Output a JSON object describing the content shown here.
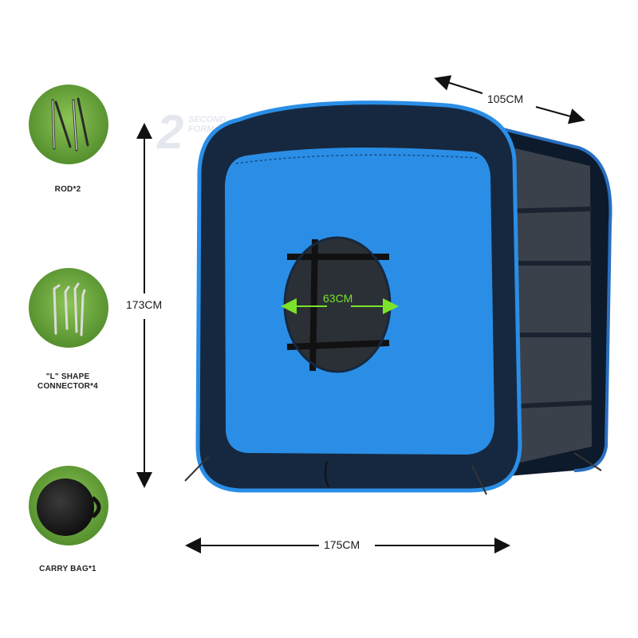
{
  "accessories": [
    {
      "label": "ROD*2",
      "icon": "rod-icon"
    },
    {
      "label": "\"L\" SHAPE\nCONNECTOR*4",
      "icon": "l-connector-icon"
    },
    {
      "label": "CARRY BAG*1",
      "icon": "carry-bag-icon"
    }
  ],
  "dimensions": {
    "depth": "105CM",
    "height": "173CM",
    "width": "175CM",
    "hole": "63CM"
  },
  "badge": {
    "number": "2",
    "line1": "SECOND",
    "line2": "FORM"
  },
  "colors": {
    "tent_blue": "#2a8ee6",
    "tent_navy": "#16283f",
    "grass": "#6aa53a",
    "hole_arrow": "#7be32a"
  }
}
